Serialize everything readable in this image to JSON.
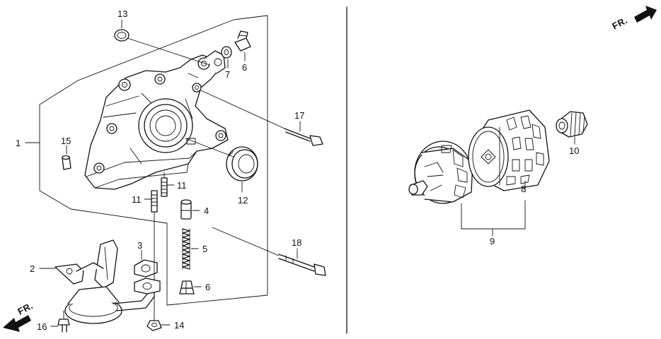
{
  "diagram": {
    "colors": {
      "stroke": "#111111",
      "background": "#ffffff"
    },
    "labels": {
      "p1": "1",
      "p2": "2",
      "p3": "3",
      "p4": "4",
      "p5": "5",
      "p6_top": "6",
      "p6_bottom": "6",
      "p7": "7",
      "p8": "8",
      "p9": "9",
      "p10": "10",
      "p11_left": "11",
      "p11_right": "11",
      "p12": "12",
      "p13": "13",
      "p14": "14",
      "p15": "15",
      "p16": "16",
      "p17": "17",
      "p18": "18"
    },
    "front_markers": {
      "top_right": "FR.",
      "bottom_left": "FR."
    }
  }
}
